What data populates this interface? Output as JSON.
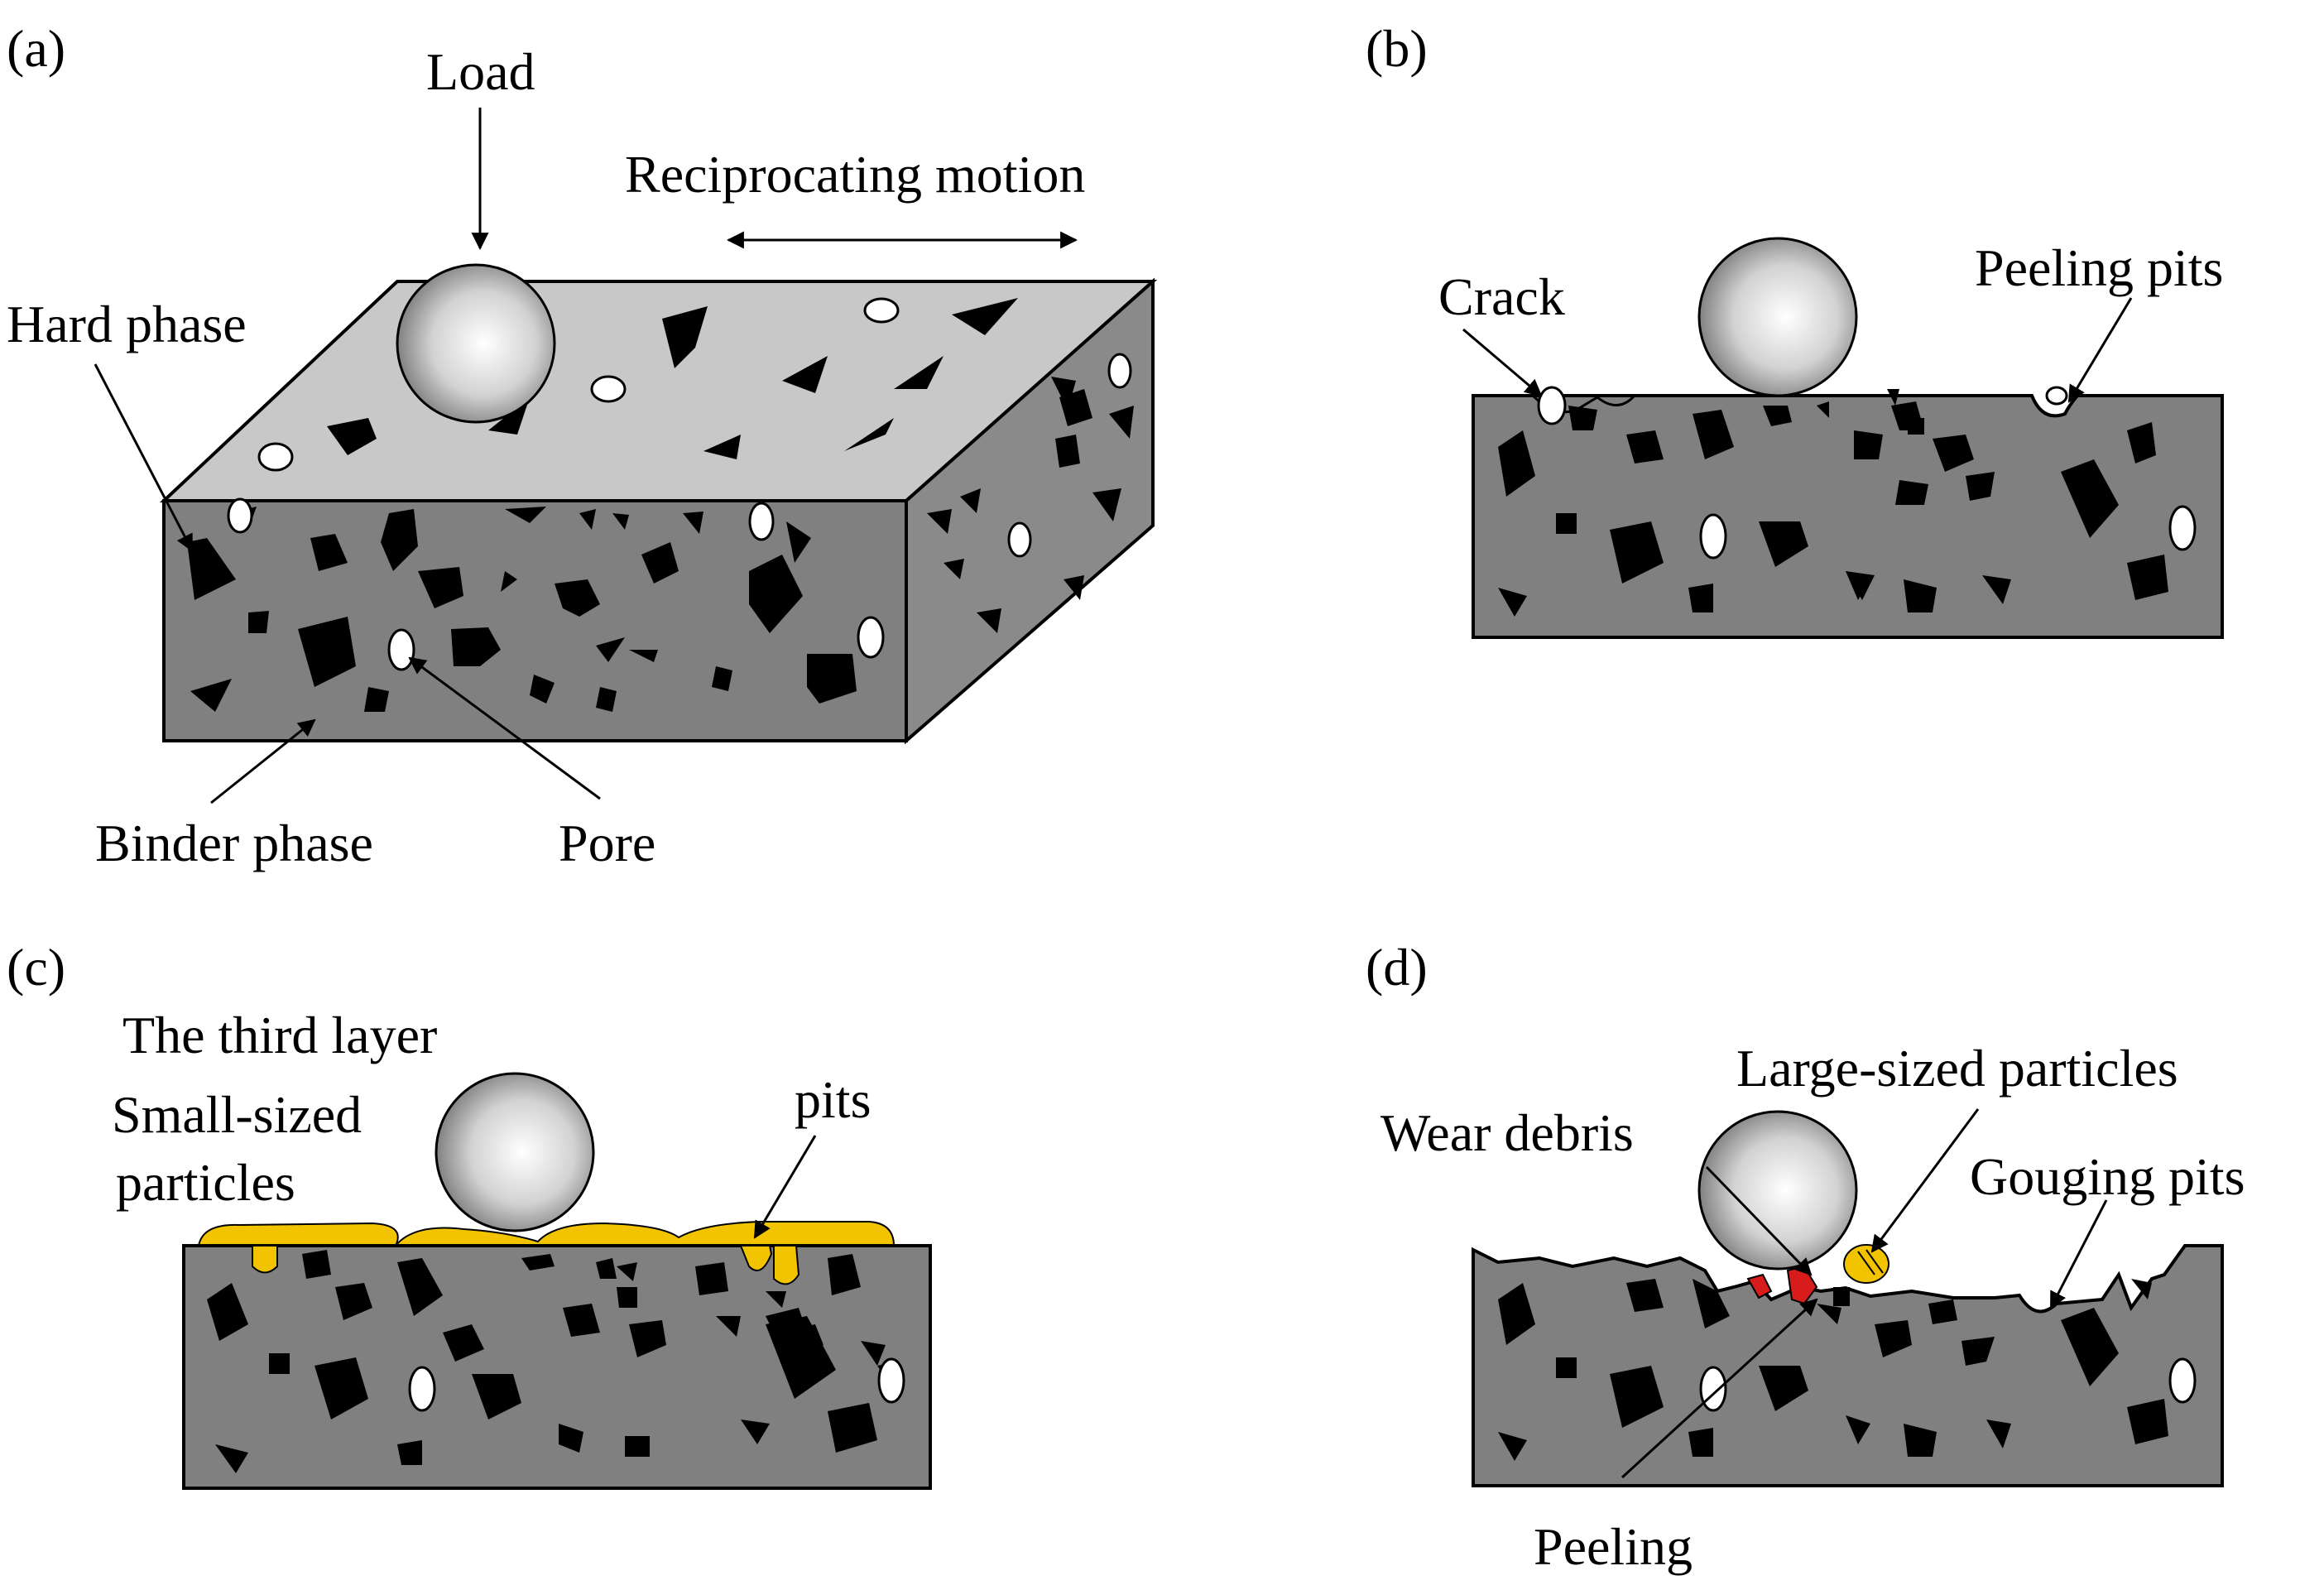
{
  "panels": {
    "a": {
      "tag": "(a)",
      "labels": {
        "load": "Load",
        "motion": "Reciprocating motion",
        "hard_phase": "Hard phase",
        "binder_phase": "Binder phase",
        "pore": "Pore"
      }
    },
    "b": {
      "tag": "(b)",
      "labels": {
        "crack": "Crack",
        "peeling_pits": "Peeling pits"
      }
    },
    "c": {
      "tag": "(c)",
      "labels": {
        "third_layer": "The third layer",
        "small_particles_1": "Small-sized",
        "small_particles_2": "particles",
        "pits": "pits"
      }
    },
    "d": {
      "tag": "(d)",
      "labels": {
        "large_particles": "Large-sized particles",
        "wear_debris": "Wear debris",
        "gouging_pits": "Gouging pits",
        "peeling": "Peeling"
      }
    }
  },
  "colors": {
    "binder": "#808080",
    "top_face": "#c8c8c8",
    "side_face": "#8a8a8a",
    "hard_phase": "#000000",
    "pore": "#ffffff",
    "third_layer": "#f2c400",
    "wear_debris": "#d81c1c",
    "large_particle": "#f2c400"
  }
}
